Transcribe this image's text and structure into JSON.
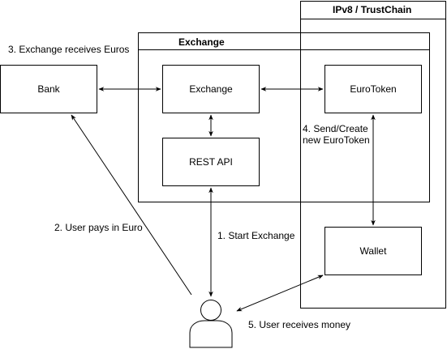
{
  "containers": {
    "ipv8": "IPv8 / TrustChain",
    "exchange": "Exchange"
  },
  "nodes": {
    "bank": "Bank",
    "exchange": "Exchange",
    "rest_api": "REST API",
    "eurotoken": "EuroToken",
    "wallet": "Wallet"
  },
  "steps": {
    "step1": "1. Start Exchange",
    "step2": "2. User pays in Euro",
    "step3": "3. Exchange receives Euros",
    "step4_line1": "4. Send/Create",
    "step4_line2": "new EuroToken",
    "step5": "5. User receives money"
  },
  "icons": {
    "user": "user-icon"
  }
}
